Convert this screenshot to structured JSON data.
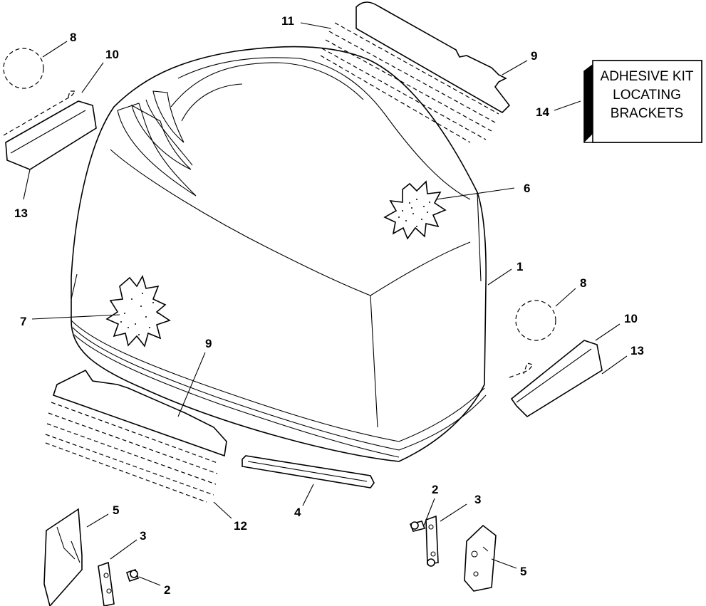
{
  "kit_box": {
    "lines": [
      "ADHESIVE KIT",
      "LOCATING",
      "BRACKETS"
    ]
  },
  "callouts": {
    "c1": "1",
    "c2a": "2",
    "c2b": "2",
    "c3a": "3",
    "c3b": "3",
    "c4": "4",
    "c5a": "5",
    "c5b": "5",
    "c6": "6",
    "c7": "7",
    "c8a": "8",
    "c8b": "8",
    "c9a": "9",
    "c9b": "9",
    "c10a": "10",
    "c10b": "10",
    "c11": "11",
    "c12": "12",
    "c13a": "13",
    "c13b": "13",
    "c14": "14"
  }
}
